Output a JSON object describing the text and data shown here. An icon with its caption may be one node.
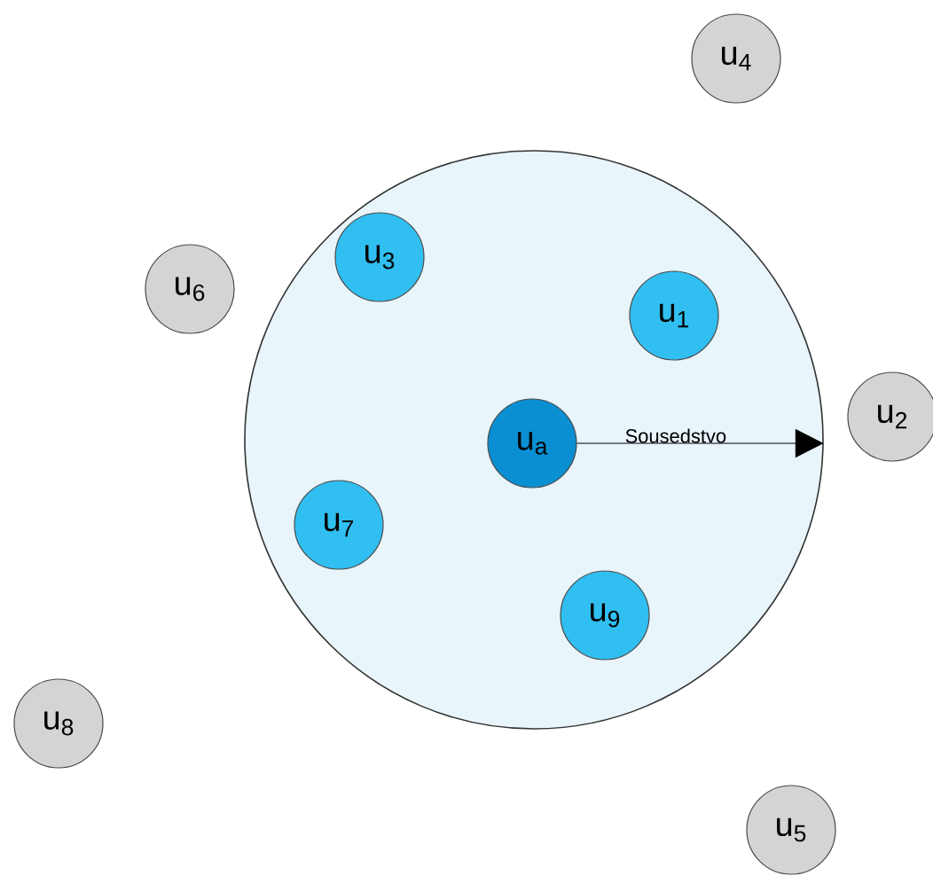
{
  "diagram": {
    "nodes": [
      {
        "text": [
          "u$_{4}$"
        ]
      },
      {
        "text": [],
        "shape": "circle"
      },
      {
        "text": [
          "u$_{6}$"
        ]
      },
      {
        "text": [
          "u$_{3}$"
        ],
        "in": 1
      },
      {
        "text": [
          "u$_{1}$"
        ],
        "in": 1
      },
      {
        "text": [
          "u$_{2}$"
        ]
      },
      {
        "text": [
          "u$_{a}$"
        ],
        "in": 1
      },
      {
        "text": [
          "u$_{7}$"
        ],
        "in": 1
      },
      {
        "text": [
          "u$_{9}$"
        ],
        "in": 1
      },
      {
        "text": [
          "u$_{8}$"
        ]
      },
      {
        "text": [
          "u$_{5}$"
        ]
      }
    ],
    "edges": [
      {
        "from": 6,
        "to": 1,
        "arrow": "to",
        "label": "Sousedstvo"
      }
    ]
  }
}
